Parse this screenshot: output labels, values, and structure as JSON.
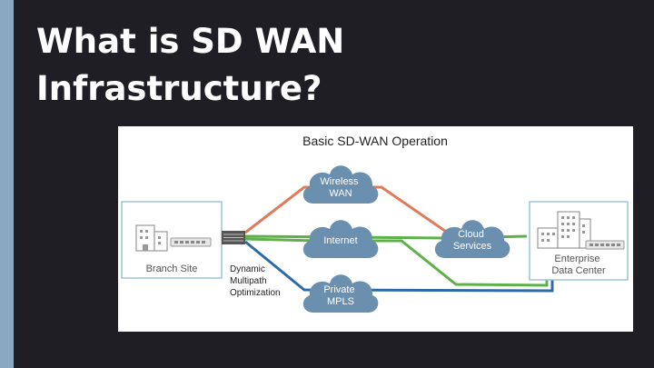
{
  "slide": {
    "title_line1": "What is SD WAN",
    "title_line2": "Infrastructure?"
  },
  "diagram": {
    "heading": "Basic SD-WAN Operation",
    "branch_label": "Branch Site",
    "dmo_line1": "Dynamic",
    "dmo_line2": "Multipath",
    "dmo_line3": "Optimization",
    "clouds": {
      "wireless_line1": "Wireless",
      "wireless_line2": "WAN",
      "internet": "Internet",
      "private_line1": "Private",
      "private_line2": "MPLS",
      "cloud_line1": "Cloud",
      "cloud_line2": "Services"
    },
    "enterprise_line1": "Enterprise",
    "enterprise_line2": "Data Center"
  },
  "colors": {
    "background": "#1f1e24",
    "accent_bar": "#8aa9c1",
    "cloud_fill": "#6b8fae",
    "link_wireless": "#e07a5a",
    "link_internet": "#5fb04a",
    "link_mpls": "#2e6aa8",
    "box_stroke": "#9bc4d9"
  },
  "icons": [
    "building-icon",
    "router-icon",
    "cloud-icon"
  ]
}
